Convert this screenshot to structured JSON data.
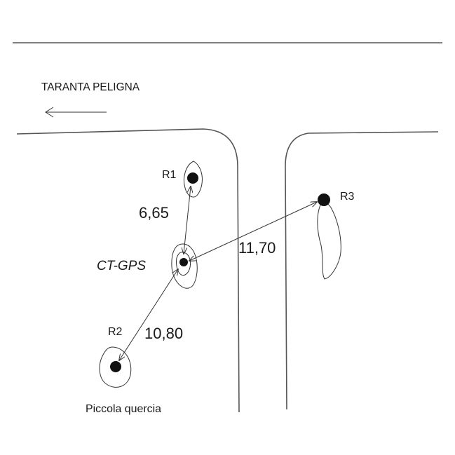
{
  "labels": {
    "direction": "TARANTA PELIGNA",
    "r1": "R1",
    "r2": "R2",
    "r3": "R3",
    "center": "CT-GPS",
    "tree_note": "Piccola quercia"
  },
  "distances": {
    "r1_center": "6,65",
    "r2_center": "10,80",
    "r3_center": "11,70"
  }
}
